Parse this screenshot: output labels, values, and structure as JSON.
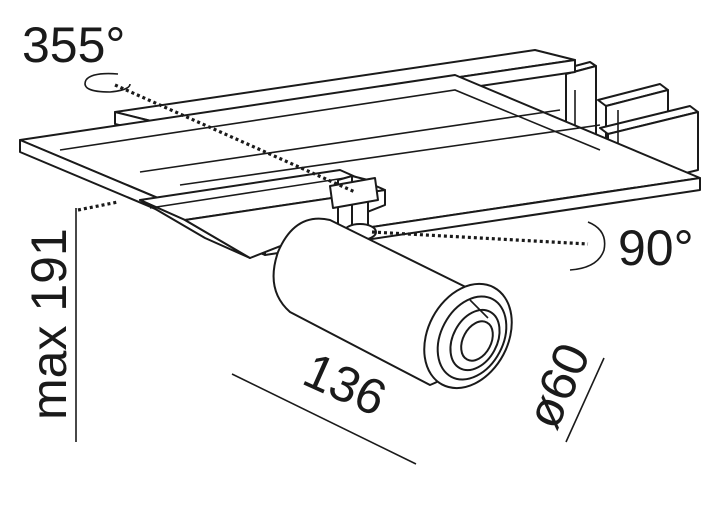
{
  "dimensions": {
    "rotation_horizontal": "355°",
    "rotation_vertical": "90°",
    "height": "max 191",
    "length": "136",
    "diameter": "ø60"
  },
  "colors": {
    "line": "#1a1a1a",
    "background": "#ffffff"
  }
}
